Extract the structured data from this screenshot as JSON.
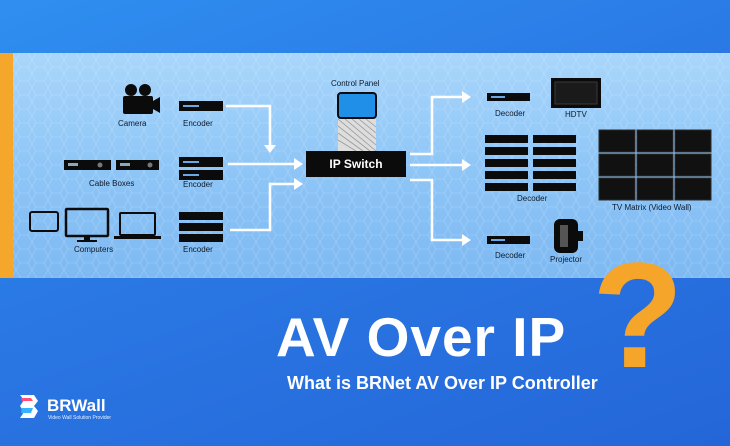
{
  "diagram": {
    "sources": {
      "camera_label": "Camera",
      "cable_boxes_label": "Cable Boxes",
      "computers_label": "Computers"
    },
    "encoder_label": "Encoder",
    "control_panel_label": "Control Panel",
    "switch_label": "IP Switch",
    "decoder_label": "Decoder",
    "outputs": {
      "hdtv_label": "HDTV",
      "matrix_label": "TV Matrix (Video Wall)",
      "projector_label": "Projector"
    }
  },
  "headline": {
    "title": "AV Over IP",
    "question_mark": "?",
    "subtitle": "What is BRNet AV Over IP Controller"
  },
  "brand": {
    "name": "BRWall",
    "tagline": "Video Wall Solution Provider"
  },
  "colors": {
    "background": "#2a78e4",
    "panel": "#9fd0f9",
    "accent_orange": "#f5a72c",
    "device": "#0b0b0b"
  }
}
